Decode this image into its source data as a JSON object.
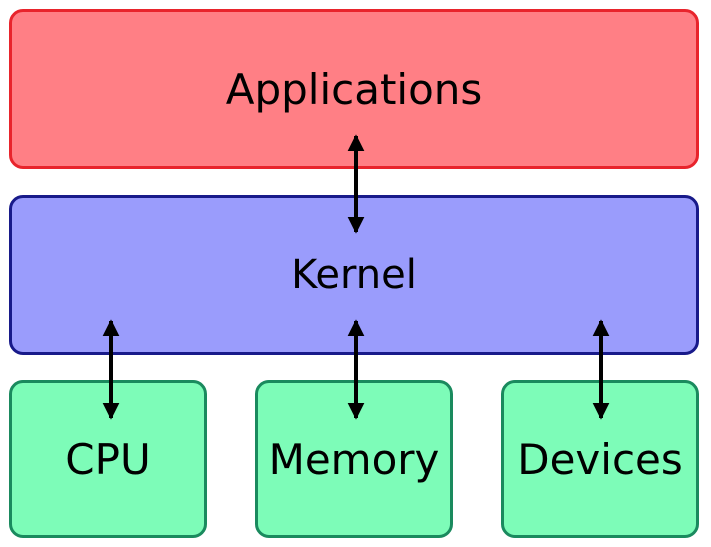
{
  "layers": {
    "applications": {
      "label": "Applications",
      "fill": "#ff7f85",
      "border": "#e8242c"
    },
    "kernel": {
      "label": "Kernel",
      "fill": "#9a9cfc",
      "border": "#181a8a"
    },
    "hardware": {
      "fill": "#7dfcb8",
      "border": "#1a8a5e",
      "items": [
        {
          "label": "CPU"
        },
        {
          "label": "Memory"
        },
        {
          "label": "Devices"
        }
      ]
    }
  },
  "arrow_color": "#000000"
}
